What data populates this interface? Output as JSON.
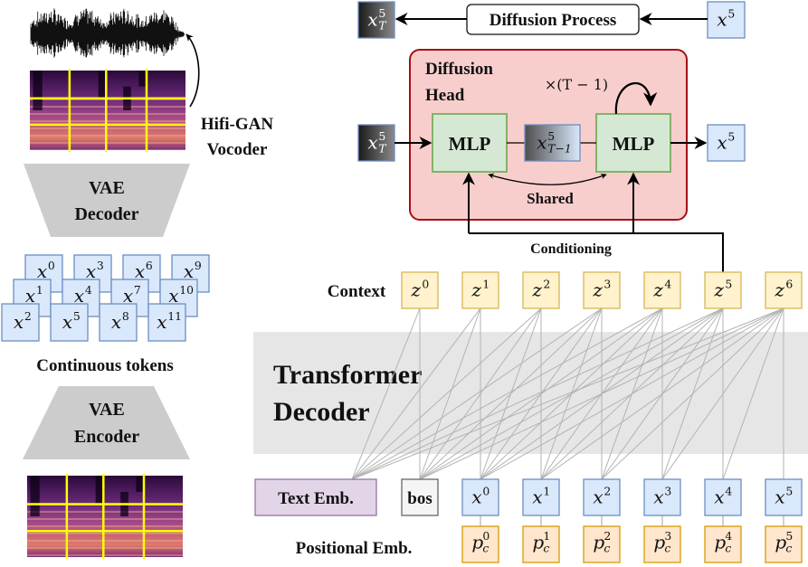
{
  "title": "Autoregressive continuous-token TTS with diffusion head",
  "colors": {
    "token_fill": "#dae8fc",
    "token_stroke": "#6c8ebf",
    "context_fill": "#fff2cc",
    "context_stroke": "#d6b656",
    "pos_fill": "#ffe6cc",
    "pos_stroke": "#d79b00",
    "mlp_fill": "#d5e8d4",
    "mlp_stroke": "#82b366",
    "head_fill": "#f8cecc",
    "head_stroke": "#a50f15",
    "text_emb_fill": "#e1d5e7",
    "text_emb_stroke": "#9673a6",
    "bos_fill": "#f5f5f5",
    "bos_stroke": "#666666",
    "decoder_fill": "#e6e6e6",
    "vae_fill": "#cccccc",
    "attention_line": "#b3b3b3",
    "grid_line": "#ffff00"
  },
  "left": {
    "vocoder_label": [
      "Hifi-GAN",
      "Vocoder"
    ],
    "vae_decoder_label": [
      "VAE",
      "Decoder"
    ],
    "vae_encoder_label": [
      "VAE",
      "Encoder"
    ],
    "continuous_tokens_label": "Continuous tokens",
    "tokens": [
      {
        "sup": "0"
      },
      {
        "sup": "1"
      },
      {
        "sup": "2"
      },
      {
        "sup": "3"
      },
      {
        "sup": "4"
      },
      {
        "sup": "5"
      },
      {
        "sup": "6"
      },
      {
        "sup": "7"
      },
      {
        "sup": "8"
      },
      {
        "sup": "9"
      },
      {
        "sup": "10"
      },
      {
        "sup": "11"
      }
    ],
    "token_base": "x"
  },
  "diffusion": {
    "process_label": "Diffusion Process",
    "process_input": {
      "base": "x",
      "sup": "5"
    },
    "process_output": {
      "base": "x",
      "sup": "5",
      "sub": "T"
    },
    "head_label": [
      "Diffusion",
      "Head"
    ],
    "mlp_label": "MLP",
    "head_input": {
      "base": "x",
      "sup": "5",
      "sub": "T"
    },
    "intermediate": {
      "base": "x",
      "sup": "5",
      "sub": "T−1"
    },
    "head_output": {
      "base": "x",
      "sup": "5"
    },
    "repeat_label": "×(T − 1)",
    "shared_label": "Shared",
    "conditioning_label": "Conditioning"
  },
  "transformer": {
    "decoder_label": [
      "Transformer",
      "Decoder"
    ],
    "context_label": "Context",
    "context": [
      {
        "base": "z",
        "sup": "0"
      },
      {
        "base": "z",
        "sup": "1"
      },
      {
        "base": "z",
        "sup": "2"
      },
      {
        "base": "z",
        "sup": "3"
      },
      {
        "base": "z",
        "sup": "4"
      },
      {
        "base": "z",
        "sup": "5"
      },
      {
        "base": "z",
        "sup": "6"
      }
    ],
    "conditioning_source_index": 5,
    "text_emb_label": "Text Emb.",
    "bos_label": "bos",
    "inputs": [
      {
        "base": "x",
        "sup": "0"
      },
      {
        "base": "x",
        "sup": "1"
      },
      {
        "base": "x",
        "sup": "2"
      },
      {
        "base": "x",
        "sup": "3"
      },
      {
        "base": "x",
        "sup": "4"
      },
      {
        "base": "x",
        "sup": "5"
      }
    ],
    "positional_label": "Positional Emb.",
    "positional": [
      {
        "base": "p",
        "sup": "0",
        "sub": "c"
      },
      {
        "base": "p",
        "sup": "1",
        "sub": "c"
      },
      {
        "base": "p",
        "sup": "2",
        "sub": "c"
      },
      {
        "base": "p",
        "sup": "3",
        "sub": "c"
      },
      {
        "base": "p",
        "sup": "4",
        "sub": "c"
      },
      {
        "base": "p",
        "sup": "5",
        "sub": "c"
      }
    ]
  }
}
